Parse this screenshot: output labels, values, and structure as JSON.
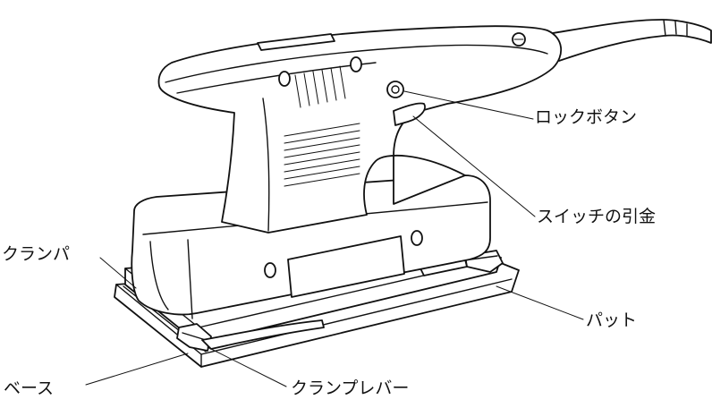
{
  "labels": {
    "lock_button": "ロックボタン",
    "switch_trigger": "スイッチの引金",
    "clamp": "クランパ",
    "pad": "パット",
    "base": "ベース",
    "clamp_lever": "クランプレバー"
  }
}
